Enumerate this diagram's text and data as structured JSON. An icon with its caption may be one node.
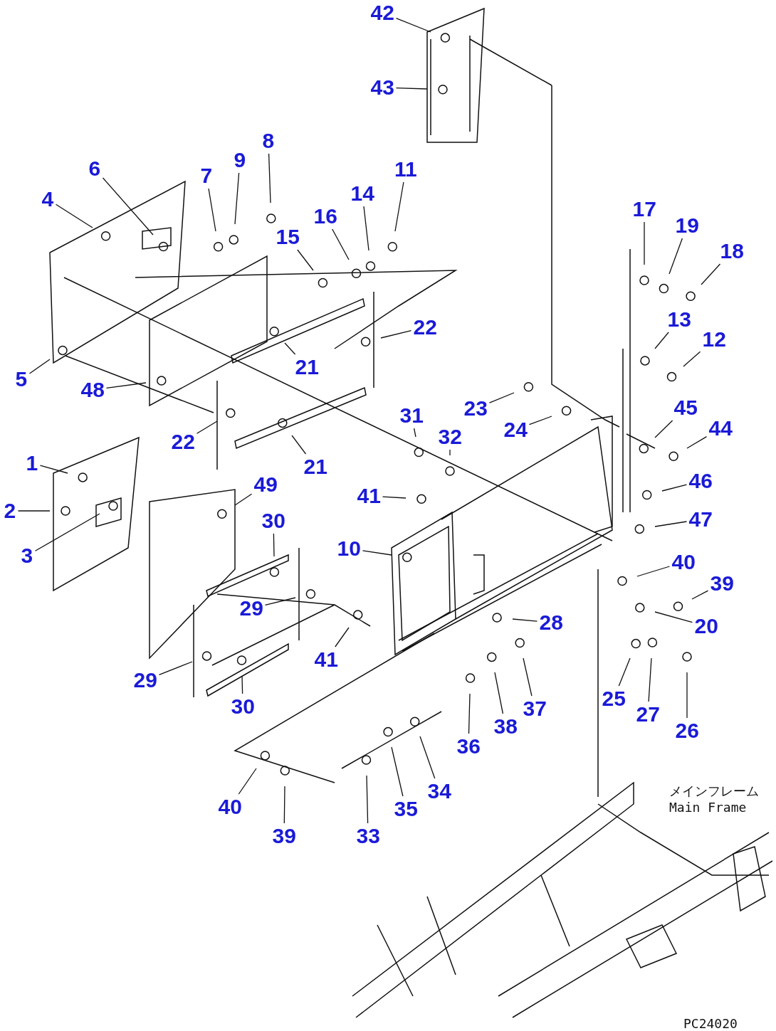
{
  "diagram": {
    "nodes": [
      {
        "text": [
          "42"
        ]
      },
      {
        "text": [
          "43"
        ]
      },
      {
        "text": [
          "8"
        ]
      },
      {
        "text": [
          "9"
        ]
      },
      {
        "text": [
          "7"
        ]
      },
      {
        "text": [
          "6"
        ]
      },
      {
        "text": [
          "11"
        ]
      },
      {
        "text": [
          "4"
        ]
      },
      {
        "text": [
          "14"
        ]
      },
      {
        "text": [
          "17"
        ]
      },
      {
        "text": [
          "16"
        ]
      },
      {
        "text": [
          "19"
        ]
      },
      {
        "text": [
          "15"
        ]
      },
      {
        "text": [
          "18"
        ]
      },
      {
        "text": [
          "13"
        ]
      },
      {
        "text": [
          "22"
        ]
      },
      {
        "text": [
          "12"
        ]
      },
      {
        "text": [
          "21"
        ]
      },
      {
        "text": [
          "5"
        ]
      },
      {
        "text": [
          "48"
        ]
      },
      {
        "text": [
          "23"
        ]
      },
      {
        "text": [
          "45"
        ]
      },
      {
        "text": [
          "31"
        ]
      },
      {
        "text": [
          "24"
        ]
      },
      {
        "text": [
          "44"
        ]
      },
      {
        "text": [
          "32"
        ]
      },
      {
        "text": [
          "22"
        ]
      },
      {
        "text": [
          "1"
        ]
      },
      {
        "text": [
          "21"
        ]
      },
      {
        "text": [
          "46"
        ]
      },
      {
        "text": [
          "49"
        ]
      },
      {
        "text": [
          "41"
        ]
      },
      {
        "text": [
          "2"
        ]
      },
      {
        "text": [
          "47"
        ]
      },
      {
        "text": [
          "30"
        ]
      },
      {
        "text": [
          "10"
        ]
      },
      {
        "text": [
          "3"
        ]
      },
      {
        "text": [
          "40"
        ]
      },
      {
        "text": [
          "39"
        ]
      },
      {
        "text": [
          "29"
        ]
      },
      {
        "text": [
          "28"
        ]
      },
      {
        "text": [
          "20"
        ]
      },
      {
        "text": [
          "41"
        ]
      },
      {
        "text": [
          "29"
        ]
      },
      {
        "text": [
          "25"
        ]
      },
      {
        "text": [
          "30"
        ]
      },
      {
        "text": [
          "37"
        ]
      },
      {
        "text": [
          "27"
        ]
      },
      {
        "text": [
          "38"
        ]
      },
      {
        "text": [
          "26"
        ]
      },
      {
        "text": [
          "36"
        ]
      },
      {
        "text": [
          "34"
        ]
      },
      {
        "text": [
          "40"
        ]
      },
      {
        "text": [
          "35"
        ]
      },
      {
        "text": [
          "33"
        ]
      },
      {
        "text": [
          "39"
        ]
      }
    ],
    "edges": [
      {
        "from": 0,
        "to": null,
        "arrow": "none"
      },
      {
        "from": 1,
        "to": null,
        "arrow": "none"
      },
      {
        "from": 2,
        "to": null,
        "arrow": "none"
      },
      {
        "from": 3,
        "to": null,
        "arrow": "none"
      },
      {
        "from": 4,
        "to": null,
        "arrow": "none"
      },
      {
        "from": 5,
        "to": null,
        "arrow": "none"
      },
      {
        "from": 6,
        "to": null,
        "arrow": "none"
      },
      {
        "from": 7,
        "to": null,
        "arrow": "none"
      },
      {
        "from": 8,
        "to": null,
        "arrow": "none"
      },
      {
        "from": 9,
        "to": null,
        "arrow": "none"
      },
      {
        "from": 10,
        "to": null,
        "arrow": "none"
      },
      {
        "from": 11,
        "to": null,
        "arrow": "none"
      },
      {
        "from": 12,
        "to": null,
        "arrow": "none"
      },
      {
        "from": 13,
        "to": null,
        "arrow": "none"
      },
      {
        "from": 14,
        "to": null,
        "arrow": "none"
      },
      {
        "from": 15,
        "to": null,
        "arrow": "none"
      },
      {
        "from": 16,
        "to": null,
        "arrow": "none"
      },
      {
        "from": 17,
        "to": null,
        "arrow": "none"
      },
      {
        "from": 18,
        "to": null,
        "arrow": "none"
      },
      {
        "from": 19,
        "to": null,
        "arrow": "none"
      },
      {
        "from": 20,
        "to": null,
        "arrow": "none"
      },
      {
        "from": 21,
        "to": null,
        "arrow": "none"
      },
      {
        "from": 22,
        "to": null,
        "arrow": "none"
      },
      {
        "from": 23,
        "to": null,
        "arrow": "none"
      },
      {
        "from": 24,
        "to": null,
        "arrow": "none"
      },
      {
        "from": 25,
        "to": null,
        "arrow": "none"
      },
      {
        "from": 26,
        "to": null,
        "arrow": "none"
      },
      {
        "from": 27,
        "to": null,
        "arrow": "none"
      },
      {
        "from": 28,
        "to": null,
        "arrow": "none"
      },
      {
        "from": 29,
        "to": null,
        "arrow": "none"
      },
      {
        "from": 30,
        "to": null,
        "arrow": "none"
      },
      {
        "from": 31,
        "to": null,
        "arrow": "none"
      },
      {
        "from": 32,
        "to": null,
        "arrow": "none"
      },
      {
        "from": 33,
        "to": null,
        "arrow": "none"
      },
      {
        "from": 34,
        "to": null,
        "arrow": "none"
      },
      {
        "from": 35,
        "to": null,
        "arrow": "none"
      },
      {
        "from": 36,
        "to": null,
        "arrow": "none"
      },
      {
        "from": 37,
        "to": null,
        "arrow": "none"
      },
      {
        "from": 38,
        "to": null,
        "arrow": "none"
      },
      {
        "from": 39,
        "to": null,
        "arrow": "none"
      },
      {
        "from": 40,
        "to": null,
        "arrow": "none"
      },
      {
        "from": 41,
        "to": null,
        "arrow": "none"
      },
      {
        "from": 42,
        "to": null,
        "arrow": "none"
      },
      {
        "from": 43,
        "to": null,
        "arrow": "none"
      },
      {
        "from": 44,
        "to": null,
        "arrow": "none"
      },
      {
        "from": 45,
        "to": null,
        "arrow": "none"
      },
      {
        "from": 46,
        "to": null,
        "arrow": "none"
      },
      {
        "from": 47,
        "to": null,
        "arrow": "none"
      },
      {
        "from": 48,
        "to": null,
        "arrow": "none"
      },
      {
        "from": 49,
        "to": null,
        "arrow": "none"
      },
      {
        "from": 50,
        "to": null,
        "arrow": "none"
      },
      {
        "from": 51,
        "to": null,
        "arrow": "none"
      },
      {
        "from": 52,
        "to": null,
        "arrow": "none"
      },
      {
        "from": 53,
        "to": null,
        "arrow": "none"
      },
      {
        "from": 54,
        "to": null,
        "arrow": "none"
      },
      {
        "from": 55,
        "to": null,
        "arrow": "none"
      }
    ],
    "labels": [
      "メインフレーム Main Frame",
      "PC24020"
    ]
  }
}
